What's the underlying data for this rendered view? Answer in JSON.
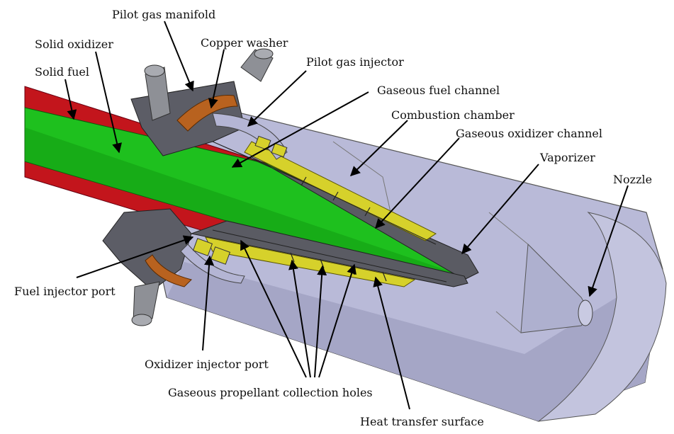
{
  "labels": {
    "pilot_gas_manifold": "Pilot gas manifold",
    "solid_oxidizer": "Solid oxidizer",
    "copper_washer": "Copper washer",
    "solid_fuel": "Solid fuel",
    "pilot_gas_injector": "Pilot gas injector",
    "gaseous_fuel_channel": "Gaseous fuel channel",
    "combustion_chamber": "Combustion chamber",
    "gaseous_oxidizer_channel": "Gaseous oxidizer channel",
    "vaporizer": "Vaporizer",
    "nozzle": "Nozzle",
    "fuel_injector_port": "Fuel injector port",
    "oxidizer_injector_port": "Oxidizer injector port",
    "gaseous_propellant_collection_holes": "Gaseous propellant collection holes",
    "heat_transfer_surface": "Heat transfer surface"
  },
  "colors": {
    "solid_fuel": "#c0141a",
    "solid_oxidizer": "#19b919",
    "housing": "#b8b9d6",
    "housing_dark": "#9c9dbd",
    "cut_face": "#5d5e66",
    "copper": "#b8621f",
    "heat_transfer": "#d4cf2a",
    "pipe": "#8d8f95"
  }
}
